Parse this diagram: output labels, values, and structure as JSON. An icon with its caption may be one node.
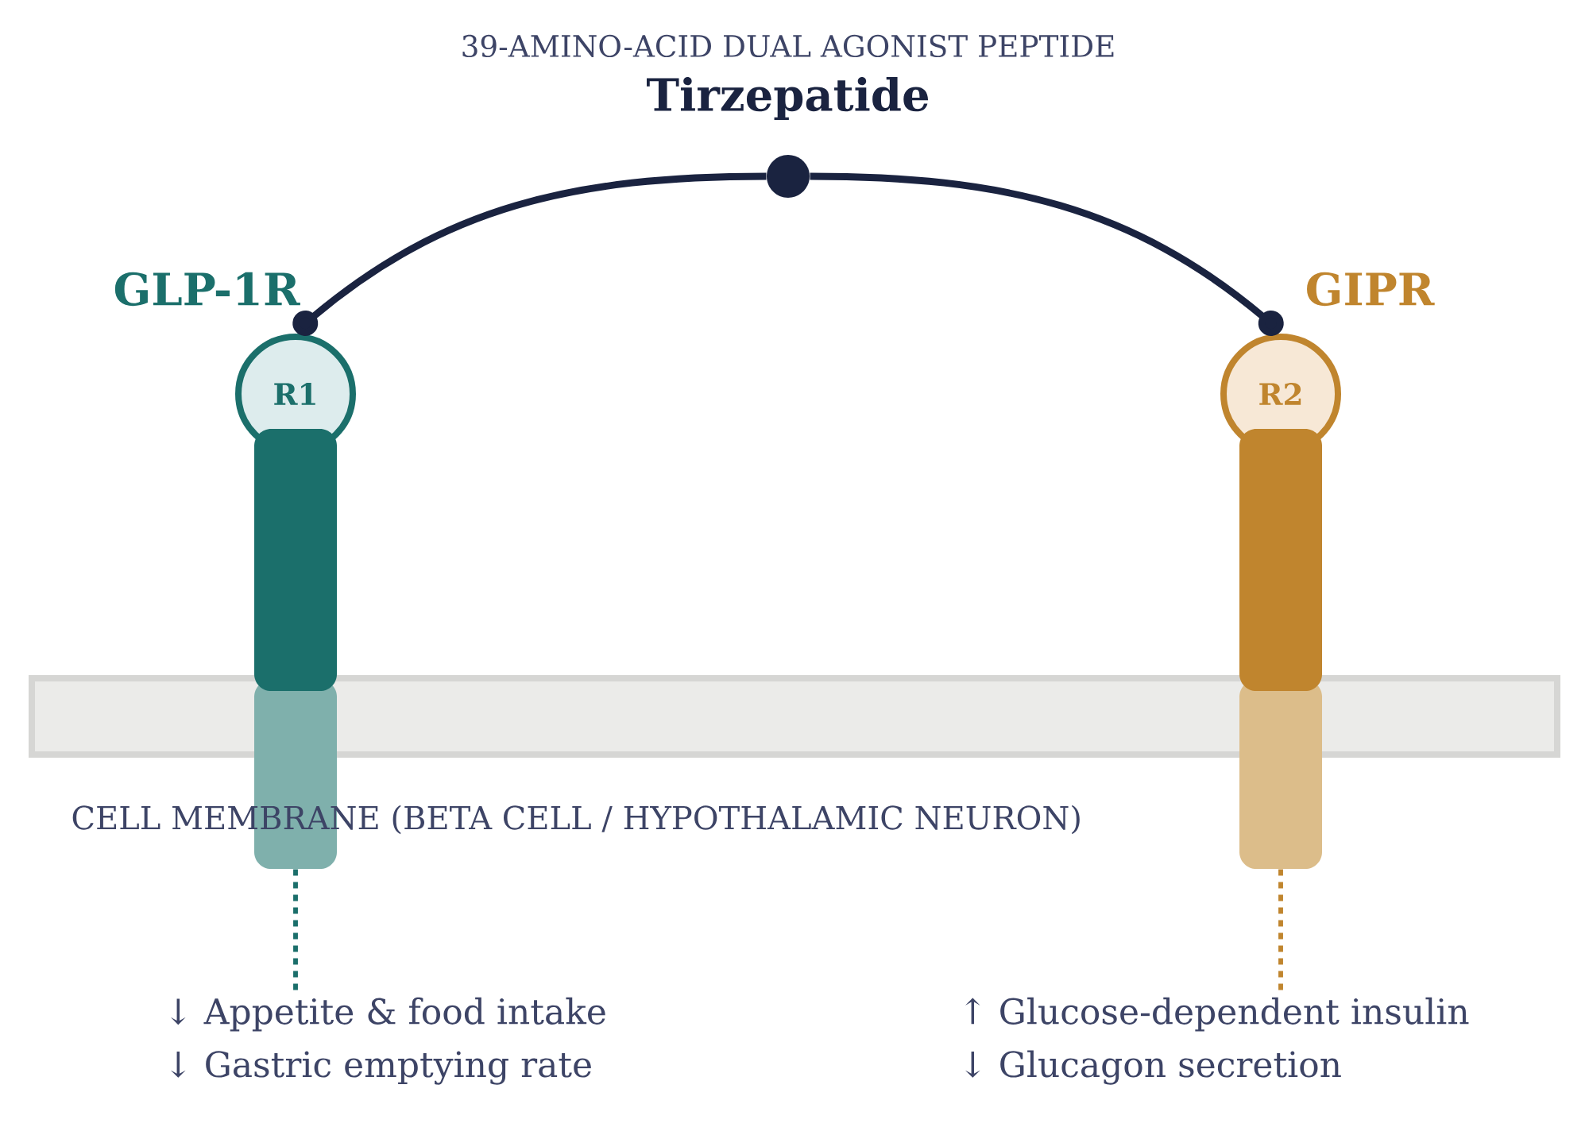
{
  "diagram": {
    "title": "Tirzepatide",
    "nodes": [
      {
        "text": [],
        "shape": "circle"
      },
      {
        "text": [
          "GLP-1R",
          "R1"
        ]
      },
      {
        "text": [
          "GIPR",
          "R2"
        ]
      },
      {
        "text": [],
        "shape": "bar"
      },
      {
        "text": [],
        "shape": "bar"
      },
      {
        "text": [
          "↓ Appetite & food intake",
          "↓ Gastric emptying rate"
        ]
      },
      {
        "text": [
          "↑ Glucose-dependent insulin",
          "↓ Glucagon secretion"
        ]
      }
    ],
    "edges": [
      {
        "from": 0,
        "to": 1,
        "arrow": "other",
        "color": "#1a2340"
      },
      {
        "from": 0,
        "to": 2,
        "arrow": "other",
        "color": "#1a2340"
      },
      {
        "from": 3,
        "to": 5,
        "arrow": "none",
        "style": "dashed",
        "color": "#1b6f6b"
      },
      {
        "from": 4,
        "to": 6,
        "arrow": "none",
        "style": "dashed",
        "color": "#c0852e"
      }
    ],
    "labels": [
      "39-AMINO-ACID DUAL AGONIST PEPTIDE",
      "CELL MEMBRANE (BETA CELL / HYPOTHALAMIC NEURON)"
    ]
  }
}
